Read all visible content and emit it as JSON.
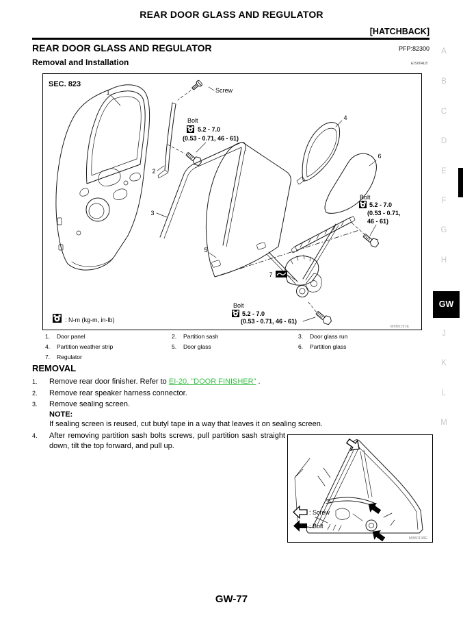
{
  "header": {
    "running_title": "REAR DOOR GLASS AND REGULATOR",
    "variant": "[HATCHBACK]",
    "section_title": "REAR DOOR GLASS AND REGULATOR",
    "pfp": "PFP:82300",
    "subsection_title": "Removal and Installation",
    "doc_code": "EIS004L8"
  },
  "figure1": {
    "sec_label": "SEC. 823",
    "screw_label": "Screw",
    "bolt_label": "Bolt",
    "torque_main": "5.2 - 7.0",
    "torque_sub": "(0.53 - 0.71, 46 - 61)",
    "torque_sub_l1": "(0.53 - 0.71,",
    "torque_sub_l2": "46 - 61)",
    "unit_note": ": N-m (kg-m, in-lb)",
    "watermark": "MIIB0197E",
    "numbers": [
      "1",
      "2",
      "3",
      "4",
      "5",
      "6",
      "7"
    ]
  },
  "legend": {
    "items": [
      {
        "num": "1.",
        "label": "Door panel"
      },
      {
        "num": "2.",
        "label": "Partition sash"
      },
      {
        "num": "3.",
        "label": "Door glass run"
      },
      {
        "num": "4.",
        "label": "Partition weather strip"
      },
      {
        "num": "5.",
        "label": "Door glass"
      },
      {
        "num": "6.",
        "label": "Partition glass"
      },
      {
        "num": "7.",
        "label": "Regulator"
      }
    ]
  },
  "removal": {
    "heading": "REMOVAL",
    "steps": [
      {
        "num": "1.",
        "prefix": "Remove rear door finisher. Refer to ",
        "link": "EI-20, \"DOOR FINISHER\"",
        "suffix": " ."
      },
      {
        "num": "2.",
        "text": "Remove rear speaker harness connector."
      },
      {
        "num": "3.",
        "text": "Remove sealing screen."
      },
      {
        "num": "4.",
        "text": "After removing partition sash bolts screws, pull partition sash straight down, tilt the top forward, and pull up."
      }
    ],
    "note_label": "NOTE:",
    "note_text": "If sealing screen is reused, cut butyl tape in a way that leaves it on sealing screen."
  },
  "figure2": {
    "screw_legend": ": Screw",
    "bolt_legend": ": Bolt",
    "watermark": "MIIB0198E"
  },
  "margin": {
    "letters": [
      "A",
      "B",
      "C",
      "D",
      "E",
      "F",
      "G",
      "H",
      "J",
      "K",
      "L",
      "M"
    ],
    "current": "GW"
  },
  "footer": {
    "page_number": "GW-77"
  },
  "colors": {
    "link_green": "#3abf47",
    "tab_black": "#000000"
  }
}
